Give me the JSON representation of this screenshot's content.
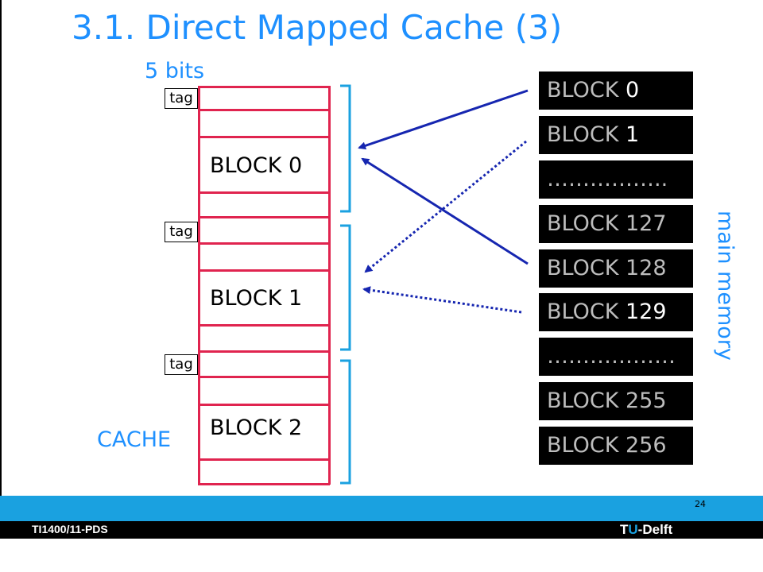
{
  "slide": {
    "title": "3.1. Direct Mapped Cache (3)",
    "bits_label": "5 bits"
  },
  "cache": {
    "label": "CACHE",
    "tag_label": "tag",
    "blocks": [
      "BLOCK 0",
      "BLOCK 1",
      "BLOCK 2"
    ]
  },
  "main_memory": {
    "label": "main memory",
    "blocks": [
      {
        "prefix": "BLOCK ",
        "number": "0"
      },
      {
        "prefix": "BLOCK ",
        "number": "1"
      },
      {
        "prefix": "……………..",
        "number": ""
      },
      {
        "prefix": "BLOCK 127",
        "number": ""
      },
      {
        "prefix": "BLOCK 128",
        "number": ""
      },
      {
        "prefix": "BLOCK ",
        "number": "129"
      },
      {
        "prefix": "………………",
        "number": ""
      },
      {
        "prefix": "BLOCK 255",
        "number": ""
      },
      {
        "prefix": "BLOCK 256",
        "number": ""
      }
    ]
  },
  "footer": {
    "page_number": "24",
    "course_code": "TI1400/11-PDS",
    "university_t": "T",
    "university_u": "U",
    "university_rest": "-Delft"
  },
  "colors": {
    "accent": "#1e90ff",
    "cache_line": "#e0244f",
    "arrow": "#1626b0",
    "memory_block": "#000000",
    "footer_band": "#1aa1e0"
  }
}
